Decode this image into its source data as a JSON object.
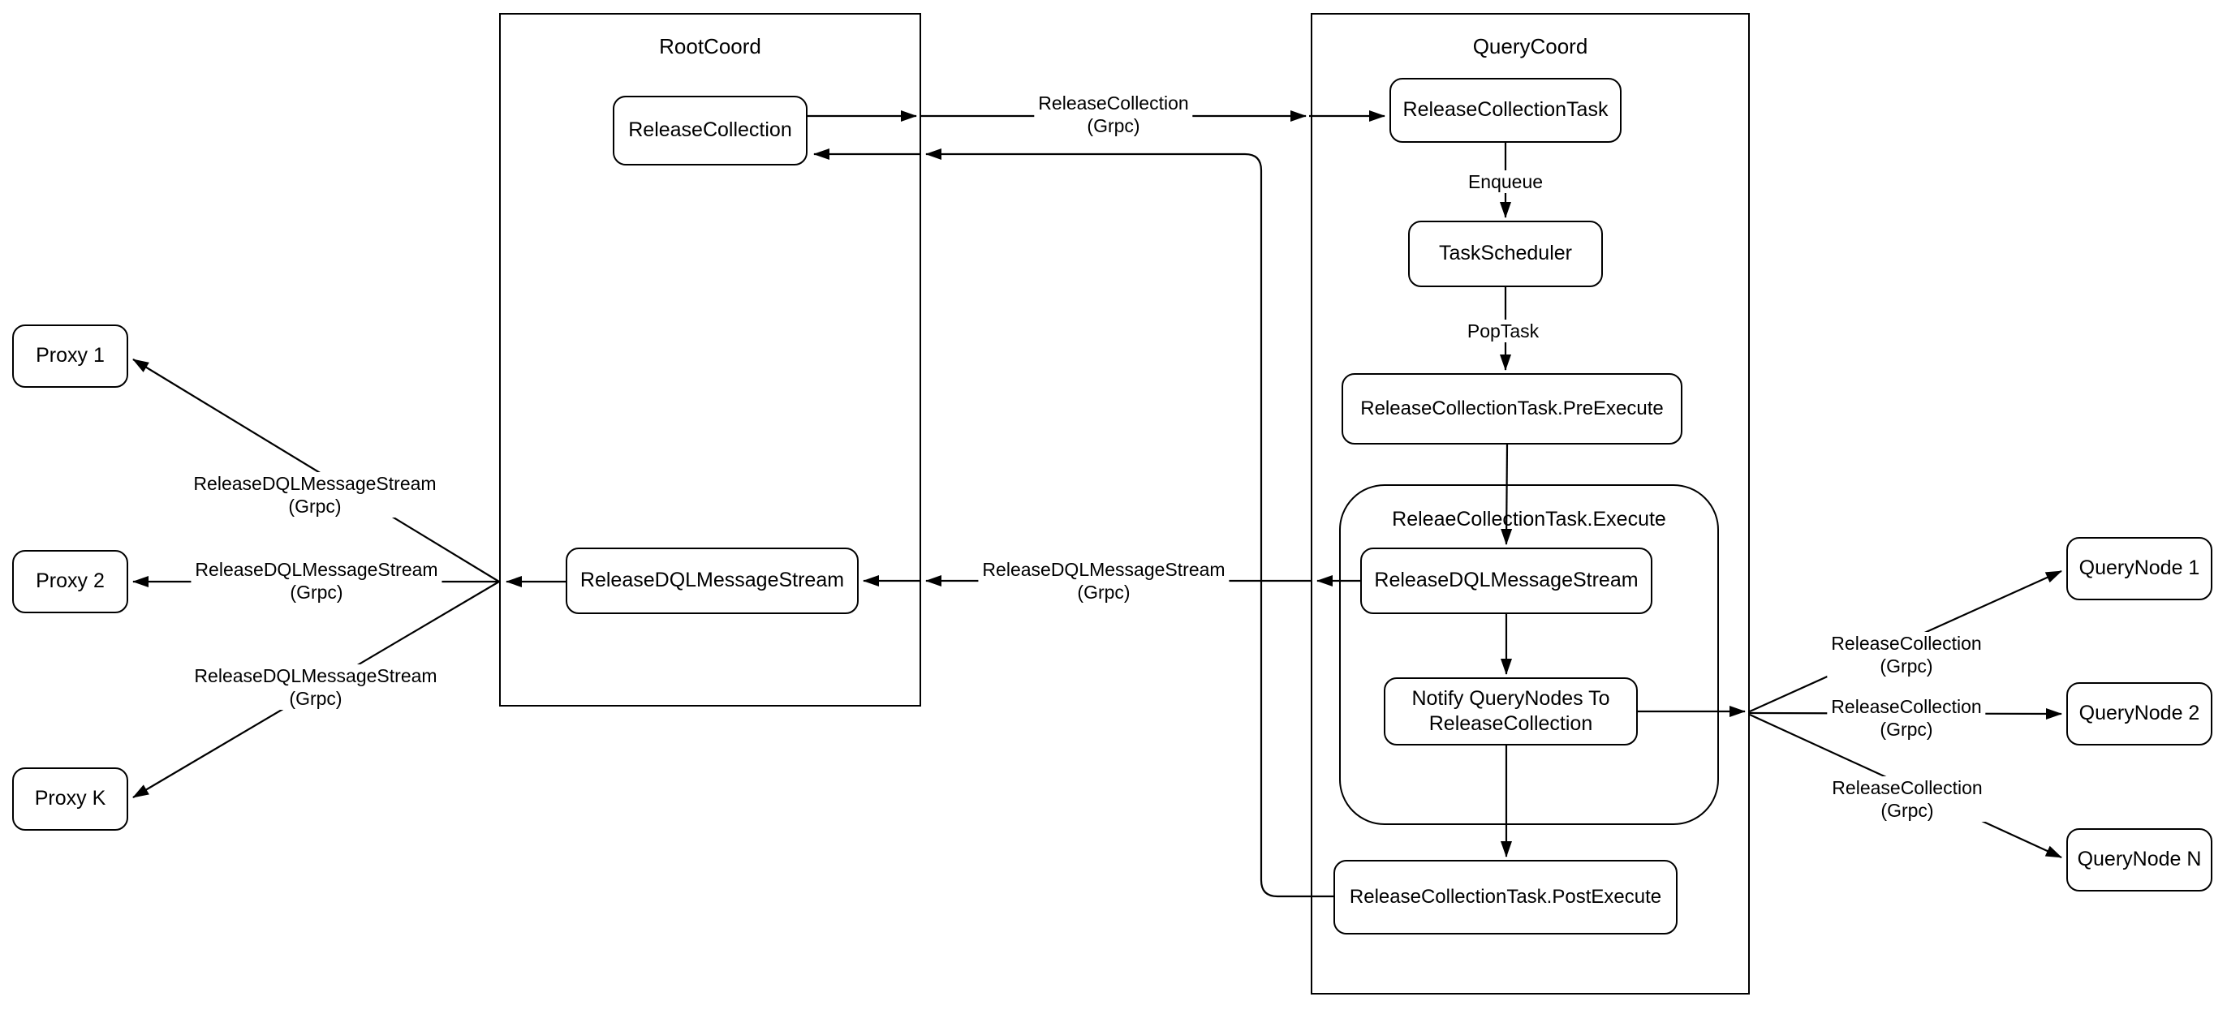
{
  "colors": {
    "stroke": "#000000",
    "background": "#ffffff"
  },
  "containers": {
    "rootcoord": {
      "label": "RootCoord"
    },
    "querycoord": {
      "label": "QueryCoord"
    }
  },
  "nodes": {
    "release_collection": {
      "label": "ReleaseCollection"
    },
    "rdqlms_root": {
      "label": "ReleaseDQLMessageStream"
    },
    "release_collection_task": {
      "label": "ReleaseCollectionTask"
    },
    "task_scheduler": {
      "label": "TaskScheduler"
    },
    "pre_execute": {
      "label": "ReleaseCollectionTask.PreExecute"
    },
    "rdqlms_qc": {
      "label": "ReleaseDQLMessageStream"
    },
    "notify": {
      "line1": "Notify QueryNodes To",
      "line2": "ReleaseCollection"
    },
    "post_execute": {
      "label": "ReleaseCollectionTask.PostExecute"
    },
    "proxy1": {
      "label": "Proxy 1"
    },
    "proxy2": {
      "label": "Proxy 2"
    },
    "proxyk": {
      "label": "Proxy K"
    },
    "querynode1": {
      "label": "QueryNode 1"
    },
    "querynode2": {
      "label": "QueryNode 2"
    },
    "querynoden": {
      "label": "QueryNode N"
    }
  },
  "groups": {
    "execute": {
      "label": "ReleaeCollectionTask.Execute"
    }
  },
  "edge_labels": {
    "release_collection_grpc": {
      "line1": "ReleaseCollection",
      "line2": "(Grpc)"
    },
    "enqueue": {
      "label": "Enqueue"
    },
    "poptask": {
      "label": "PopTask"
    },
    "rdqlms_grpc_mid": {
      "line1": "ReleaseDQLMessageStream",
      "line2": "(Grpc)"
    },
    "rdqlms_grpc_proxy1": {
      "line1": "ReleaseDQLMessageStream",
      "line2": "(Grpc)"
    },
    "rdqlms_grpc_proxy2": {
      "line1": "ReleaseDQLMessageStream",
      "line2": "(Grpc)"
    },
    "rdqlms_grpc_proxyk": {
      "line1": "ReleaseDQLMessageStream",
      "line2": "(Grpc)"
    },
    "release_collection_grpc_qn1": {
      "line1": "ReleaseCollection",
      "line2": "(Grpc)"
    },
    "release_collection_grpc_qn2": {
      "line1": "ReleaseCollection",
      "line2": "(Grpc)"
    },
    "release_collection_grpc_qnn": {
      "line1": "ReleaseCollection",
      "line2": "(Grpc)"
    }
  }
}
